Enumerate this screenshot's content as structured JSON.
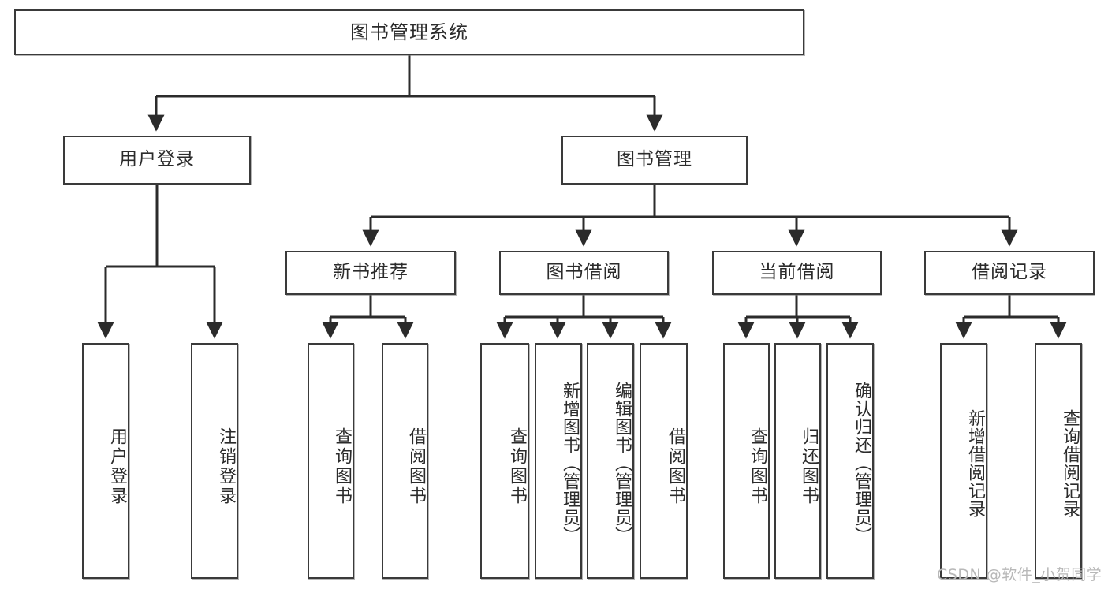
{
  "diagram": {
    "type": "tree",
    "title": "图书管理系统",
    "watermark": "CSDN @软件_小贺同学",
    "colors": {
      "box_border": "#3a3a3a",
      "box_fill": "#ffffff",
      "connector": "#2b2b2b",
      "text": "#2b2b2b",
      "watermark": "#b8b8b8",
      "background": "#ffffff"
    },
    "levels": {
      "root": "图书管理系统",
      "level2": [
        "用户登录",
        "图书管理"
      ],
      "level3": [
        "新书推荐",
        "图书借阅",
        "当前借阅",
        "借阅记录"
      ]
    },
    "nodes": {
      "root": {
        "label": "图书管理系统"
      },
      "user_login": {
        "label": "用户登录"
      },
      "book_manage": {
        "label": "图书管理"
      },
      "new_book_rec": {
        "label": "新书推荐"
      },
      "book_borrow": {
        "label": "图书借阅"
      },
      "current_borrow": {
        "label": "当前借阅"
      },
      "borrow_record": {
        "label": "借阅记录"
      },
      "leaf_user_login": {
        "label": "用户登录"
      },
      "leaf_user_logout": {
        "label": "注销登录"
      },
      "leaf_query_book_1": {
        "label": "查询图书"
      },
      "leaf_borrow_book_1": {
        "label": "借阅图书"
      },
      "leaf_query_book_2": {
        "label": "查询图书"
      },
      "leaf_add_book": {
        "label": "新增图书（管理员）"
      },
      "leaf_edit_book": {
        "label": "编辑图书（管理员）"
      },
      "leaf_borrow_book_2": {
        "label": "借阅图书"
      },
      "leaf_query_book_3": {
        "label": "查询图书"
      },
      "leaf_return_book": {
        "label": "归还图书"
      },
      "leaf_confirm_return": {
        "label": "确认归还（管理员）"
      },
      "leaf_add_record": {
        "label": "新增借阅记录"
      },
      "leaf_query_record": {
        "label": "查询借阅记录"
      }
    },
    "edges": [
      {
        "from": "root",
        "to": "user_login"
      },
      {
        "from": "root",
        "to": "book_manage"
      },
      {
        "from": "user_login",
        "to": "leaf_user_login"
      },
      {
        "from": "user_login",
        "to": "leaf_user_logout"
      },
      {
        "from": "book_manage",
        "to": "new_book_rec"
      },
      {
        "from": "book_manage",
        "to": "book_borrow"
      },
      {
        "from": "book_manage",
        "to": "current_borrow"
      },
      {
        "from": "book_manage",
        "to": "borrow_record"
      },
      {
        "from": "new_book_rec",
        "to": "leaf_query_book_1"
      },
      {
        "from": "new_book_rec",
        "to": "leaf_borrow_book_1"
      },
      {
        "from": "book_borrow",
        "to": "leaf_query_book_2"
      },
      {
        "from": "book_borrow",
        "to": "leaf_add_book"
      },
      {
        "from": "book_borrow",
        "to": "leaf_edit_book"
      },
      {
        "from": "book_borrow",
        "to": "leaf_borrow_book_2"
      },
      {
        "from": "current_borrow",
        "to": "leaf_query_book_3"
      },
      {
        "from": "current_borrow",
        "to": "leaf_return_book"
      },
      {
        "from": "current_borrow",
        "to": "leaf_confirm_return"
      },
      {
        "from": "borrow_record",
        "to": "leaf_add_record"
      },
      {
        "from": "borrow_record",
        "to": "leaf_query_record"
      }
    ]
  }
}
